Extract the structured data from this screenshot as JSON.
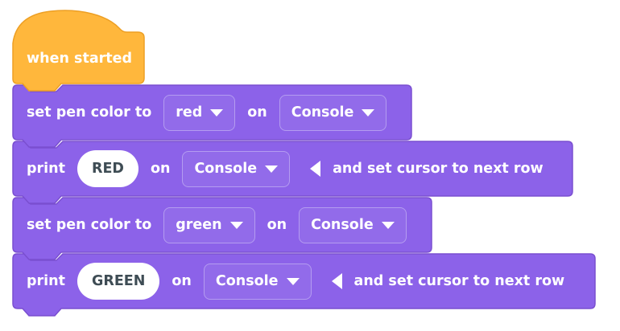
{
  "palette": {
    "block_fill": "#8c62e9",
    "block_border": "#7a4fd0",
    "hat_fill": "#ffb73c",
    "hat_border": "#ed9f24",
    "dropdown_border": "#b49cf0",
    "input_text": "#3e4c54",
    "label_text": "#ffffff",
    "background": "#ffffff"
  },
  "icons": {
    "dropdown_arrow_icon": "▼",
    "collapse_arrow_icon": "◀"
  },
  "hat": {
    "label": "when started"
  },
  "blocks": [
    {
      "name": "set pen color",
      "label_prefix": "set pen color to",
      "color_value": "red",
      "on_label": "on",
      "target_value": "Console"
    },
    {
      "name": "print",
      "label_prefix": "print",
      "text_value": "RED",
      "on_label": "on",
      "target_value": "Console",
      "expander_label": "and set cursor to next row"
    },
    {
      "name": "set pen color",
      "label_prefix": "set pen color to",
      "color_value": "green",
      "on_label": "on",
      "target_value": "Console"
    },
    {
      "name": "print",
      "label_prefix": "print",
      "text_value": "GREEN",
      "on_label": "on",
      "target_value": "Console",
      "expander_label": "and set cursor to next row"
    }
  ]
}
